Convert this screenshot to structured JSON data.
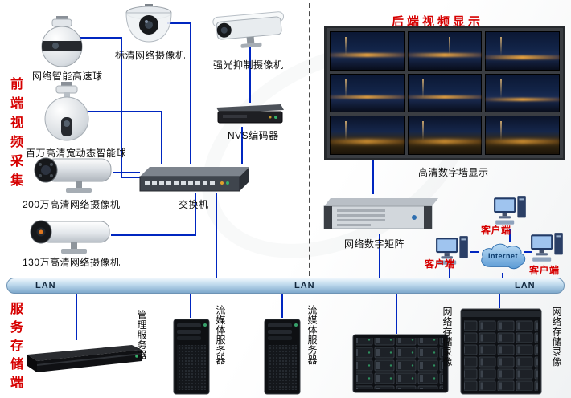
{
  "sections": {
    "front": {
      "label": "前端视频采集"
    },
    "back": {
      "title": "后端视频显示"
    },
    "storage": {
      "label": "服务存储端"
    }
  },
  "frontend": {
    "speed_dome": "网络智能高速球",
    "sd_camera": "标清网络摄像机",
    "highlight_camera": "强光抑制摄像机",
    "ptz_dome": "百万高清宽动态智能球",
    "cam_200w": "200万高清网络摄像机",
    "cam_130w": "130万高清网络摄像机",
    "nvs_encoder": "NVS编码器",
    "switch": "交换机"
  },
  "backend": {
    "video_wall_label": "高清数字墙显示",
    "matrix": "网络数字矩阵",
    "clients": [
      {
        "label": "客户端"
      },
      {
        "label": "客户端"
      },
      {
        "label": "客户端"
      }
    ],
    "internet": "Internet"
  },
  "lan": {
    "labels": [
      "LAN",
      "LAN",
      "LAN"
    ]
  },
  "storage_tier": {
    "mgmt_server": "管理服务器",
    "stream_server_1": "流媒体服务器",
    "stream_server_2": "流媒体服务器",
    "nvr_1": "网络存储录像",
    "nvr_2": "网络存储录像"
  },
  "colors": {
    "accent_red": "#d60000",
    "line_blue": "#0026c0",
    "lan_top": "#eef6fc",
    "lan_bottom": "#7fa9cc"
  }
}
